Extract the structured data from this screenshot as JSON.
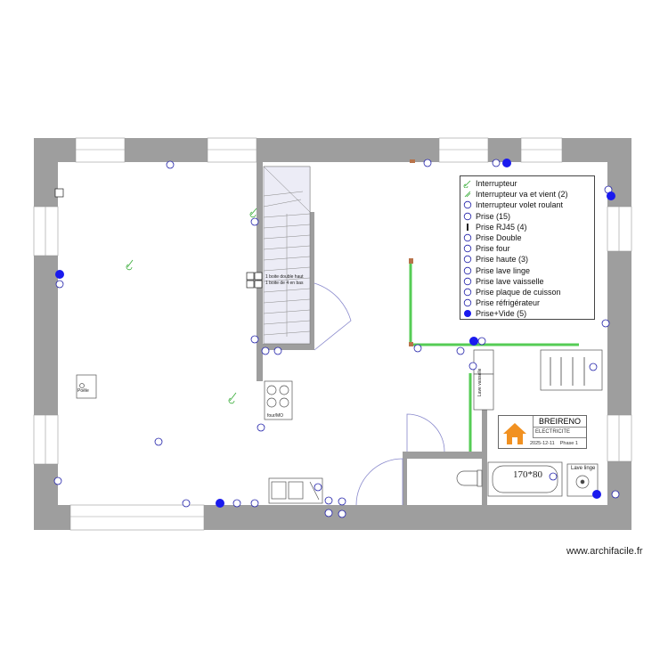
{
  "legend": {
    "items": [
      {
        "label": "Interrupteur",
        "icon": "switch-icon"
      },
      {
        "label": "Interrupteur va et vient (2)",
        "icon": "two-way-switch-icon"
      },
      {
        "label": "Interrupteur volet roulant",
        "icon": "shutter-switch-icon"
      },
      {
        "label": "Prise (15)",
        "icon": "socket-icon"
      },
      {
        "label": "Prise  RJ45 (4)",
        "icon": "rj45-icon"
      },
      {
        "label": "Prise Double",
        "icon": "double-socket-icon"
      },
      {
        "label": "Prise four",
        "icon": "oven-socket-icon"
      },
      {
        "label": "Prise haute (3)",
        "icon": "high-socket-icon"
      },
      {
        "label": "Prise lave linge",
        "icon": "washer-socket-icon"
      },
      {
        "label": "Prise lave vaisselle",
        "icon": "dishwasher-socket-icon"
      },
      {
        "label": "Prise plaque de cuisson",
        "icon": "hob-socket-icon"
      },
      {
        "label": "Prise réfrigérateur",
        "icon": "fridge-socket-icon"
      },
      {
        "label": "Prise+Vide (5)",
        "icon": "socket-empty-icon"
      }
    ]
  },
  "notes": {
    "box_top": "1 boite double haut",
    "box_bottom": "1 boite de 4 en bas"
  },
  "labels": {
    "poele": "Poêle",
    "lave_vaisselle": "Lave vaisselle",
    "lave_linge": "Lave linge",
    "baignoire": "170*80",
    "four": "four/MO"
  },
  "title_block": {
    "name": "BREIRENO",
    "subtitle": "ELECTRICITE",
    "date": "2025-12-11",
    "phase": "Phase 1"
  },
  "watermark": "www.archifacile.fr",
  "colors": {
    "wall": "#9e9e9e",
    "socket": "#2222aa",
    "filled_socket": "#1a1aee",
    "green": "#55cc55",
    "brown": "#b8734a",
    "stair": "#ececf6",
    "house_icon": "#f19121"
  }
}
